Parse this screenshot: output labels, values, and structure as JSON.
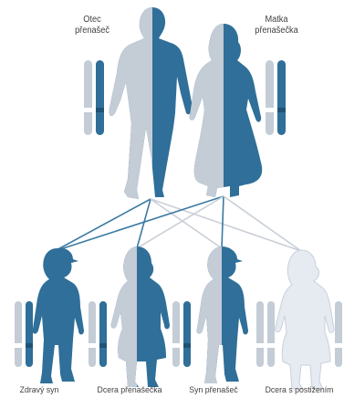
{
  "parents": {
    "father": {
      "line1": "Otec",
      "line2": "přenašeč"
    },
    "mother": {
      "line1": "Matka",
      "line2": "přenašečka"
    }
  },
  "children": [
    {
      "label": "Zdravý syn"
    },
    {
      "label": "Dcera přenašečka"
    },
    {
      "label": "Syn přenašeč"
    },
    {
      "label": "Dcera s postižením"
    }
  ],
  "colors": {
    "affected_blue": "#2f6f99",
    "unaffected_grey": "#c4ccd6",
    "light_figure": "#dfe4ec",
    "line_dark": "#3c7aa3",
    "line_light": "#c9cfd7"
  }
}
